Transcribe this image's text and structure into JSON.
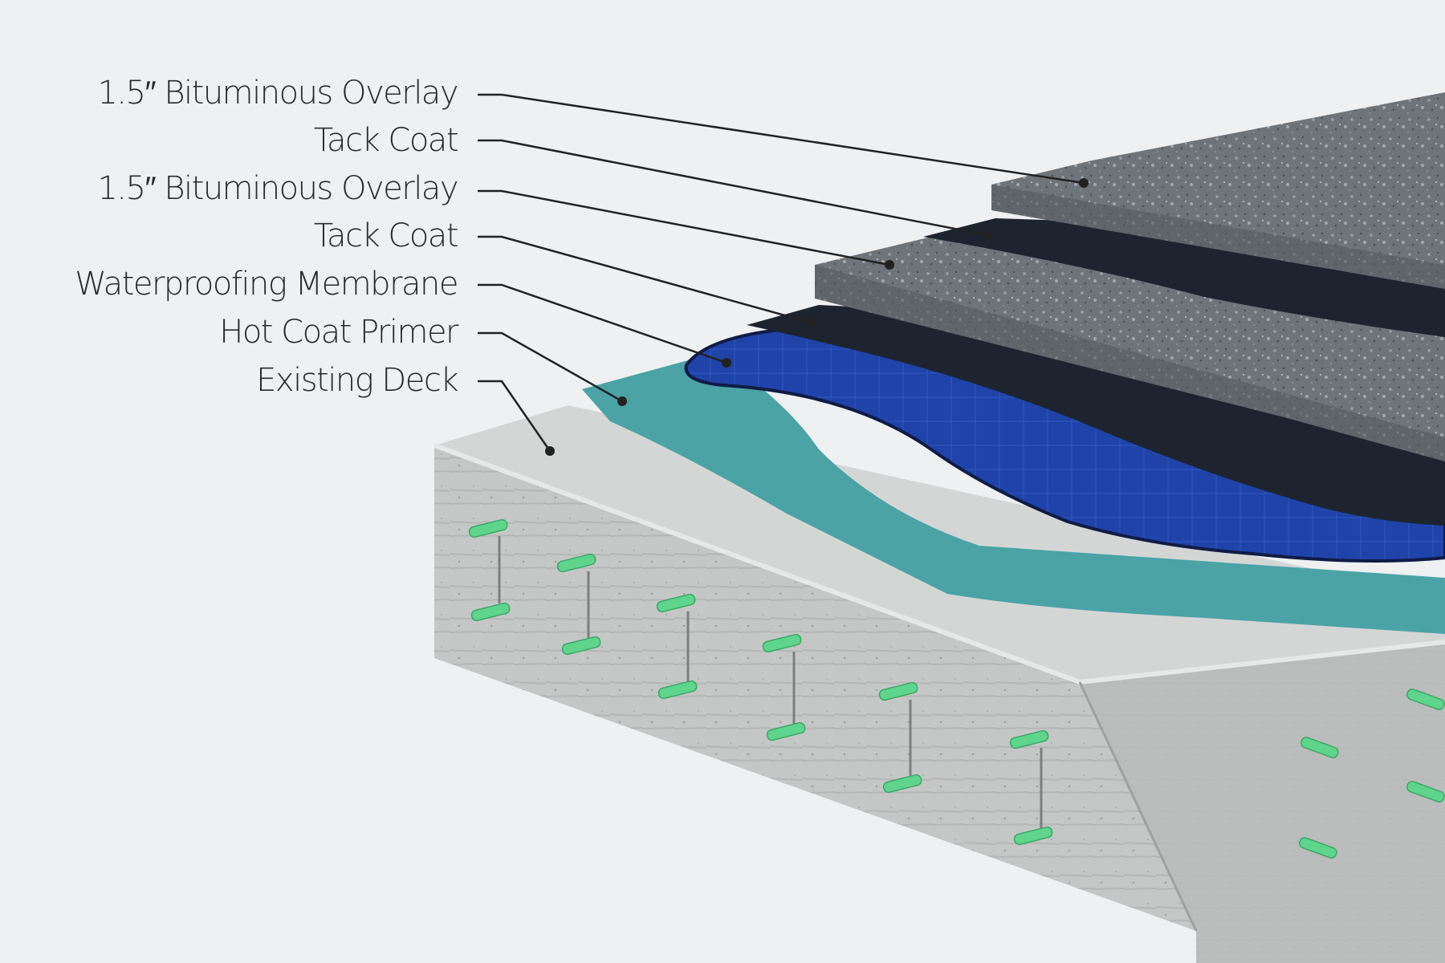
{
  "diagram": {
    "labels": [
      "1.5″ Bituminous Overlay",
      "Tack Coat",
      "1.5″ Bituminous Overlay",
      "Tack Coat",
      "Waterproofing Membrane",
      "Hot Coat Primer",
      "Existing Deck"
    ]
  },
  "colors": {
    "background": "#eef0f2",
    "asphalt": "#6c7278",
    "tack_coat": "#1d2430",
    "membrane": "#1c3d9c",
    "primer": "#4ba3a6",
    "concrete": "#c7c9c9",
    "rebar": "#5fd48c",
    "leader_line": "#222222"
  }
}
